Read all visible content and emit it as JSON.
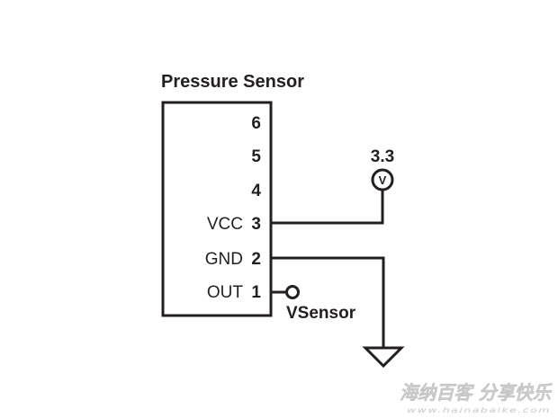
{
  "diagram": {
    "title": "Pressure Sensor",
    "pins": [
      {
        "number": "6",
        "label": ""
      },
      {
        "number": "5",
        "label": ""
      },
      {
        "number": "4",
        "label": ""
      },
      {
        "number": "3",
        "label": "VCC"
      },
      {
        "number": "2",
        "label": "GND"
      },
      {
        "number": "1",
        "label": "OUT"
      }
    ],
    "supply": {
      "voltage": "3.3",
      "meter_symbol": "V"
    },
    "output_terminal": "VSensor"
  },
  "watermark": {
    "text": "海纳百客 分享快乐",
    "url": "www.hainabaike.com"
  }
}
